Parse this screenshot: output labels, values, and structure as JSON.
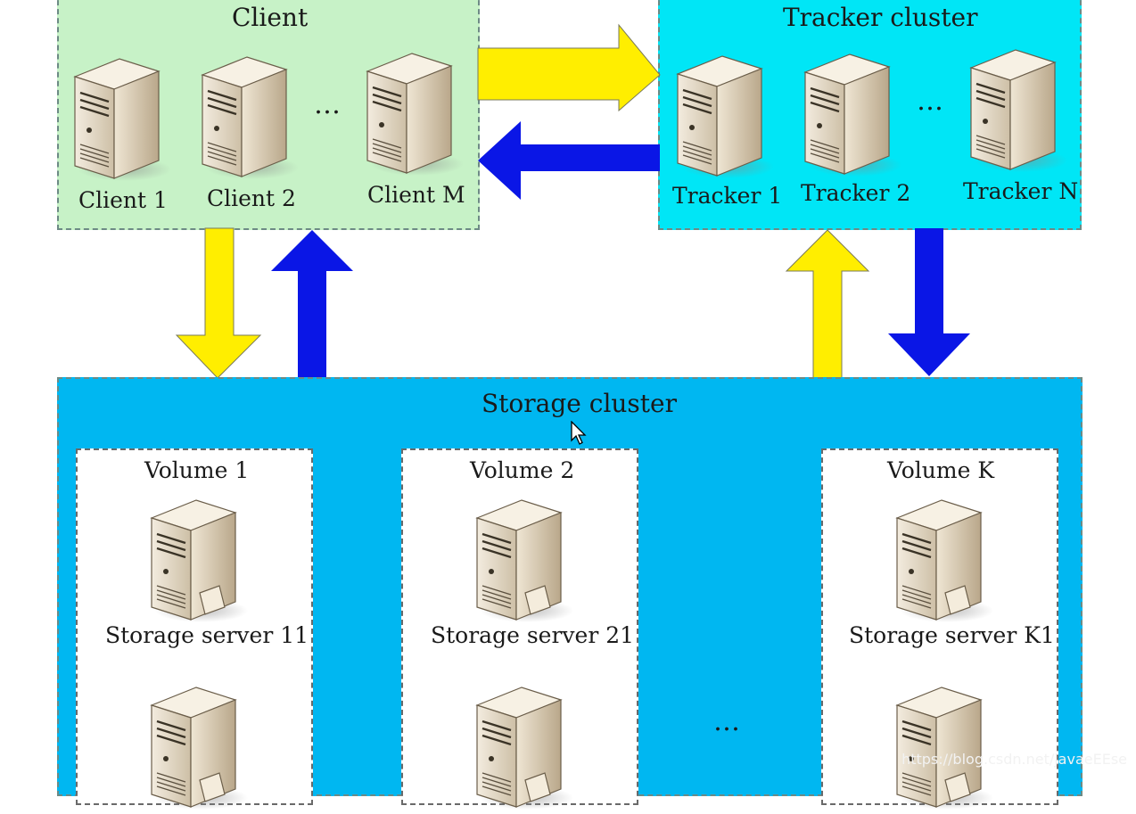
{
  "client": {
    "title": "Client",
    "servers": [
      "Client 1",
      "Client 2",
      "Client M"
    ],
    "ellipsis": "…"
  },
  "tracker": {
    "title": "Tracker cluster",
    "servers": [
      "Tracker 1",
      "Tracker 2",
      "Tracker N"
    ],
    "ellipsis": "…"
  },
  "storage": {
    "title": "Storage cluster",
    "volumes": [
      {
        "title": "Volume 1",
        "server": "Storage server 11"
      },
      {
        "title": "Volume 2",
        "server": "Storage server 21"
      },
      {
        "title": "Volume K",
        "server": "Storage server K1"
      }
    ],
    "ellipsis": "…"
  },
  "colors": {
    "client_bg": "#c7f2c7",
    "tracker_bg": "#00e6f6",
    "storage_bg": "#00b7f1",
    "arrow_yellow": "#ffee00",
    "arrow_blue": "#0a16e6"
  },
  "icons": {
    "server": "server-tower-icon",
    "cursor": "mouse-pointer-icon"
  },
  "watermark": "https://blog.csdn.net/javaeEEse"
}
